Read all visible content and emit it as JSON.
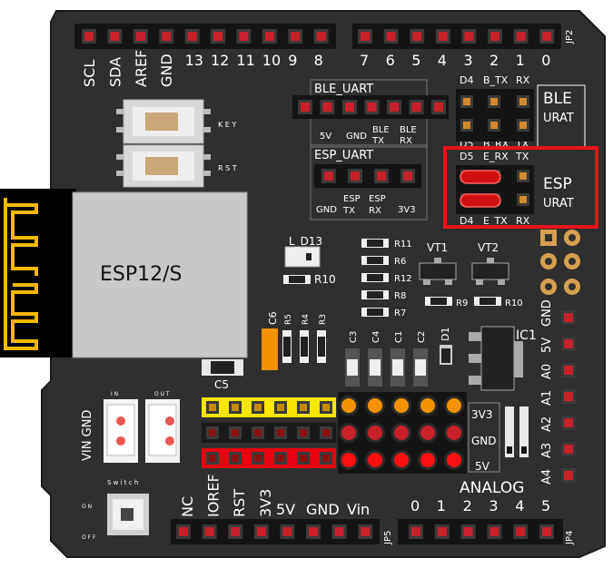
{
  "top_header": {
    "left_labels": [
      "SCL",
      "SDA",
      "AREF",
      "GND",
      "13",
      "12",
      "11",
      "10",
      "9",
      "8"
    ],
    "right_labels": [
      "7",
      "6",
      "5",
      "4",
      "3",
      "2",
      "1",
      "0"
    ],
    "jp2": "JP2"
  },
  "buttons": {
    "key": "K E Y",
    "rst": "R S T"
  },
  "ble_uart": {
    "title": "BLE_UART",
    "pins": [
      "5V",
      "GND",
      "BLE TX",
      "BLE RX"
    ]
  },
  "esp_uart": {
    "title": "ESP_UART",
    "pins": [
      "GND",
      "ESP TX",
      "ESP RX",
      "3V3"
    ]
  },
  "selector": {
    "ble_top": [
      "D4",
      "B_TX",
      "RX"
    ],
    "ble_bottom": [
      "D5",
      "B_RX",
      "TX"
    ],
    "esp_top": [
      "D5",
      "E_RX",
      "TX"
    ],
    "esp_bottom": [
      "D4",
      "E_TX",
      "RX"
    ],
    "ble_label": [
      "BLE",
      "URAT"
    ],
    "esp_label": [
      "ESP",
      "URAT"
    ],
    "highlight_color": "#e8141b"
  },
  "module": {
    "name": "ESP12/S",
    "antenna_color": "#f5b800"
  },
  "components": {
    "led": "L_D13",
    "r10a": "R10",
    "resistors_right": [
      "R11",
      "R6",
      "R12",
      "R8",
      "R7"
    ],
    "vt": [
      "VT1",
      "VT2"
    ],
    "r9": "R9",
    "r10b": "R10",
    "small_r": [
      "R5",
      "R4",
      "R3"
    ],
    "c6": "C6",
    "c5": "C5",
    "caps": [
      "C3",
      "C4",
      "C1",
      "C2"
    ],
    "d1": "D1",
    "ic1": "IC1"
  },
  "power": {
    "left_label": "VIN GND",
    "connector_tags": [
      "I N",
      "O U T"
    ]
  },
  "voltage_select": [
    "3V3",
    "GND",
    "5V"
  ],
  "analog_side": [
    "GND",
    "5V",
    "A0",
    "A1",
    "A2",
    "A3",
    "A4"
  ],
  "switch": {
    "label": "S w i t c h",
    "on": "O N",
    "off": "O F F"
  },
  "bottom_header": {
    "left_labels": [
      "NC",
      "IOREF",
      "RST",
      "3V3",
      "5V",
      "GND",
      "Vin"
    ],
    "jp5": "JP5",
    "analog_title": "ANALOG",
    "right_labels": [
      "0",
      "1",
      "2",
      "3",
      "4",
      "5"
    ],
    "jp4": "JP4"
  },
  "colors": {
    "board": "#2f2f2f",
    "pin_red": "#c9212b",
    "header_yellow": "#f6e600",
    "header_red": "#e60012",
    "orange": "#f39200"
  }
}
